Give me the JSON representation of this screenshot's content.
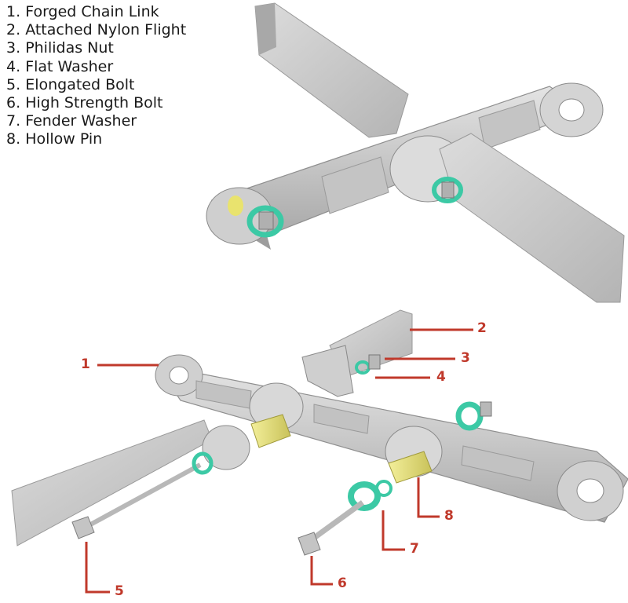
{
  "legend": [
    {
      "num": "1.",
      "label": "Forged Chain Link"
    },
    {
      "num": "2.",
      "label": "Attached Nylon Flight"
    },
    {
      "num": "3.",
      "label": "Philidas Nut"
    },
    {
      "num": "4.",
      "label": "Flat Washer"
    },
    {
      "num": "5.",
      "label": "Elongated Bolt"
    },
    {
      "num": "6.",
      "label": "High Strength Bolt"
    },
    {
      "num": "7.",
      "label": "Fender Washer"
    },
    {
      "num": "8.",
      "label": "Hollow Pin"
    }
  ],
  "callouts": [
    "1",
    "2",
    "3",
    "4",
    "5",
    "6",
    "7",
    "8"
  ],
  "colors": {
    "callout_red": "#c0392b",
    "metal_light": "#d6d6d6",
    "metal_mid": "#bdbdbd",
    "metal_dark": "#8f8f8f",
    "flight_gray": "#c9c9c9",
    "washer_teal": "#3cc9a5",
    "pin_yellow": "#e8e27a"
  }
}
